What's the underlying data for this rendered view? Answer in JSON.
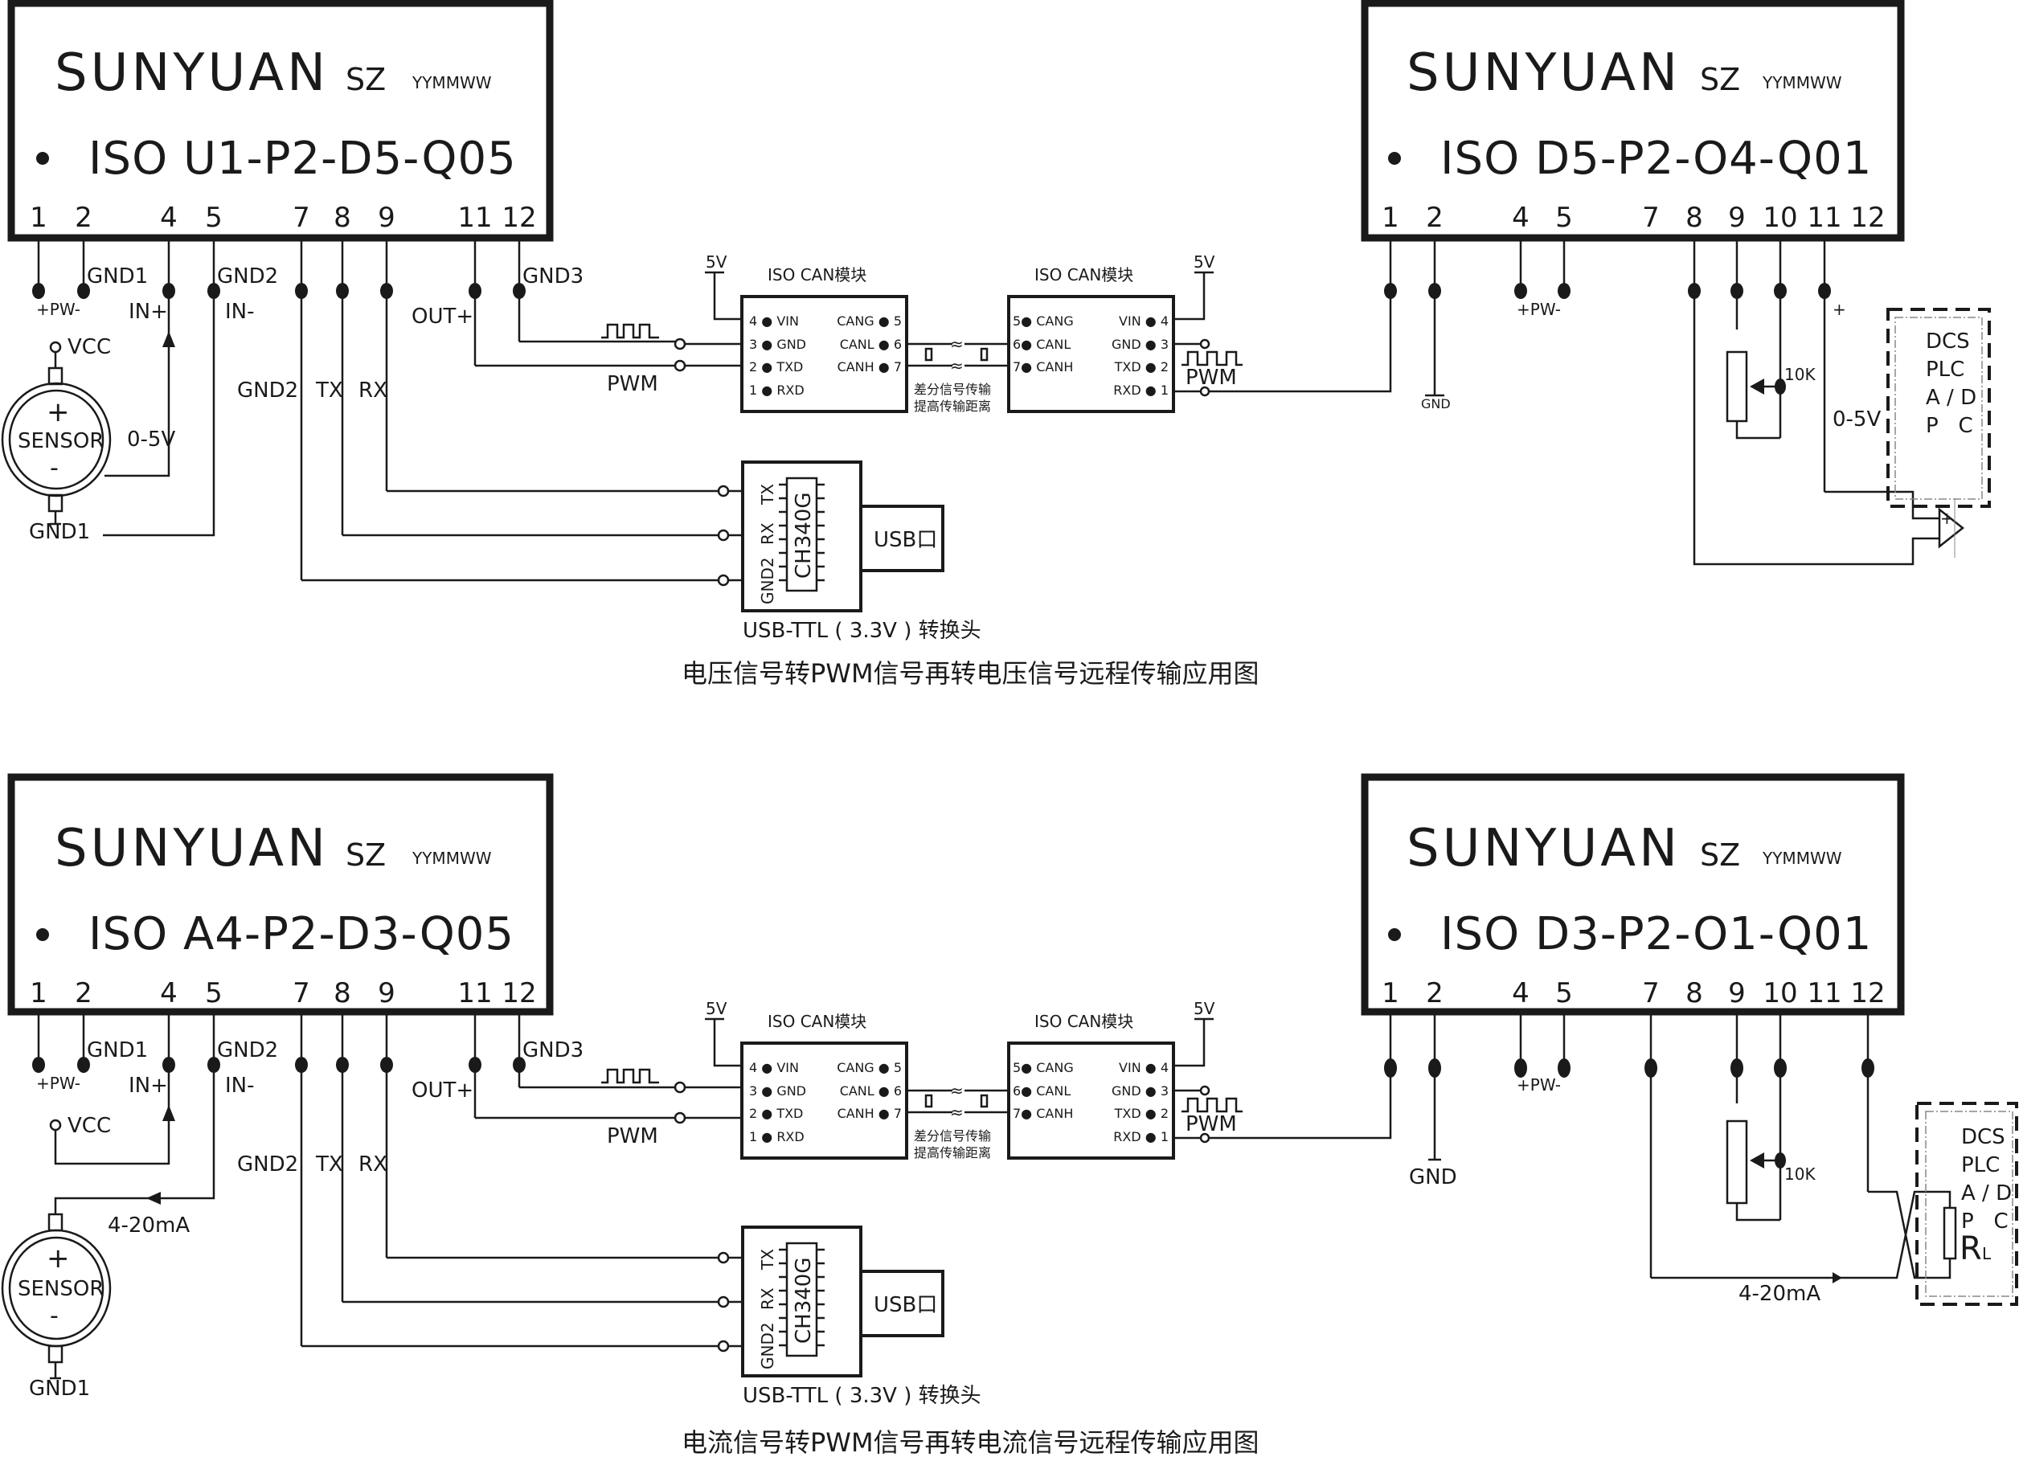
{
  "diagrams": [
    {
      "caption": "电压信号转PWM信号再转电压信号远程传输应用图",
      "left_module": {
        "brand": "SUNYUAN",
        "sz": "SZ",
        "date_code": "YYMMWW",
        "model": "ISO U1-P2-D5-Q05",
        "pins": [
          "1",
          "2",
          "4",
          "5",
          "7",
          "8",
          "9",
          "11",
          "12"
        ],
        "labels": {
          "gnd1": "GND1",
          "gnd2": "GND2",
          "gnd3": "GND3",
          "pw": "+PW-",
          "in_plus": "IN+",
          "in_minus": "IN-",
          "out_plus": "OUT+",
          "gnd2_b": "GND2",
          "tx": "TX",
          "rx": "RX"
        }
      },
      "sensor": {
        "label": "SENSOR",
        "plus": "+",
        "minus": "-",
        "vcc": "VCC",
        "gnd": "GND1",
        "signal": "0-5V"
      },
      "pwm_label": "PWM",
      "can_left": {
        "title": "ISO CAN模块",
        "supply": "5V",
        "pins_left": [
          "4 ● VIN",
          "3 ● GND",
          "2 ● TXD",
          "1 ● RXD"
        ],
        "pins_right": [
          "CANG ● 5",
          "CANL ● 6",
          "CANH ● 7"
        ]
      },
      "can_right": {
        "title": "ISO CAN模块",
        "supply": "5V",
        "pins_left": [
          "5● CANG",
          "6● CANL",
          "7● CANH"
        ],
        "pins_right": [
          "VIN ● 4",
          "GND ● 3",
          "TXD ● 2",
          "RXD ● 1"
        ]
      },
      "diff_note": [
        "差分信号传输",
        "提高传输距离"
      ],
      "usb": {
        "chip": "CH340G",
        "pins": [
          "TX",
          "RX",
          "GND2"
        ],
        "port": "USB口",
        "caption": "USB-TTL ( 3.3V ) 转换头"
      },
      "right_module": {
        "brand": "SUNYUAN",
        "sz": "SZ",
        "date_code": "YYMMWW",
        "model": "ISO D5-P2-O4-Q01",
        "pins": [
          "1",
          "2",
          "4",
          "5",
          "7",
          "8",
          "9",
          "10",
          "11",
          "12"
        ],
        "labels": {
          "pw": "+PW-",
          "gnd": "GND",
          "plus": "+",
          "pot": "10K",
          "signal": "0-5V"
        }
      },
      "receiver": {
        "lines": [
          "DCS",
          "PLC",
          "A / D",
          "P   C"
        ],
        "opamp_plus": "+"
      },
      "pwm_label_right": "PWM"
    },
    {
      "caption": "电流信号转PWM信号再转电流信号远程传输应用图",
      "left_module": {
        "brand": "SUNYUAN",
        "sz": "SZ",
        "date_code": "YYMMWW",
        "model": "ISO A4-P2-D3-Q05",
        "pins": [
          "1",
          "2",
          "4",
          "5",
          "7",
          "8",
          "9",
          "11",
          "12"
        ],
        "labels": {
          "gnd1": "GND1",
          "gnd2": "GND2",
          "gnd3": "GND3",
          "pw": "+PW-",
          "in_plus": "IN+",
          "in_minus": "IN-",
          "out_plus": "OUT+",
          "gnd2_b": "GND2",
          "tx": "TX",
          "rx": "RX"
        }
      },
      "sensor": {
        "label": "SENSOR",
        "plus": "+",
        "minus": "-",
        "vcc": "VCC",
        "gnd": "GND1",
        "signal": "4-20mA"
      },
      "pwm_label": "PWM",
      "can_left": {
        "title": "ISO CAN模块",
        "supply": "5V",
        "pins_left": [
          "4 ● VIN",
          "3 ● GND",
          "2 ● TXD",
          "1 ● RXD"
        ],
        "pins_right": [
          "CANG ● 5",
          "CANL ● 6",
          "CANH ● 7"
        ]
      },
      "can_right": {
        "title": "ISO CAN模块",
        "supply": "5V",
        "pins_left": [
          "5● CANG",
          "6● CANL",
          "7● CANH"
        ],
        "pins_right": [
          "VIN ● 4",
          "GND ● 3",
          "TXD ● 2",
          "RXD ● 1"
        ]
      },
      "diff_note": [
        "差分信号传输",
        "提高传输距离"
      ],
      "usb": {
        "chip": "CH340G",
        "pins": [
          "TX",
          "RX",
          "GND2"
        ],
        "port": "USB口",
        "caption": "USB-TTL ( 3.3V ) 转换头"
      },
      "right_module": {
        "brand": "SUNYUAN",
        "sz": "SZ",
        "date_code": "YYMMWW",
        "model": "ISO D3-P2-O1-Q01",
        "pins": [
          "1",
          "2",
          "4",
          "5",
          "7",
          "8",
          "9",
          "10",
          "11",
          "12"
        ],
        "labels": {
          "pw": "+PW-",
          "gnd": "GND",
          "pot": "10K",
          "signal": "4-20mA"
        }
      },
      "receiver": {
        "lines": [
          "DCS",
          "PLC",
          "A / D",
          "P   C"
        ],
        "load": "R",
        "load_sub": "L"
      },
      "pwm_label_right": "PWM"
    }
  ]
}
